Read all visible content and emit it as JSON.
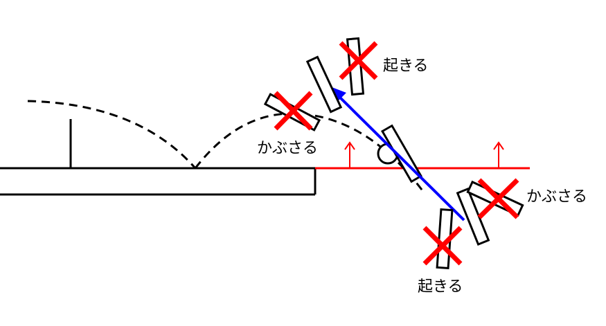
{
  "labels": {
    "okiru_top": "起きる",
    "kabusaru_left": "かぶさる",
    "kabusaru_right": "かぶさる",
    "okiru_bottom": "起きる"
  },
  "colors": {
    "black": "#000000",
    "red": "#ff0000",
    "blue": "#0000ff",
    "background": "#ffffff"
  }
}
